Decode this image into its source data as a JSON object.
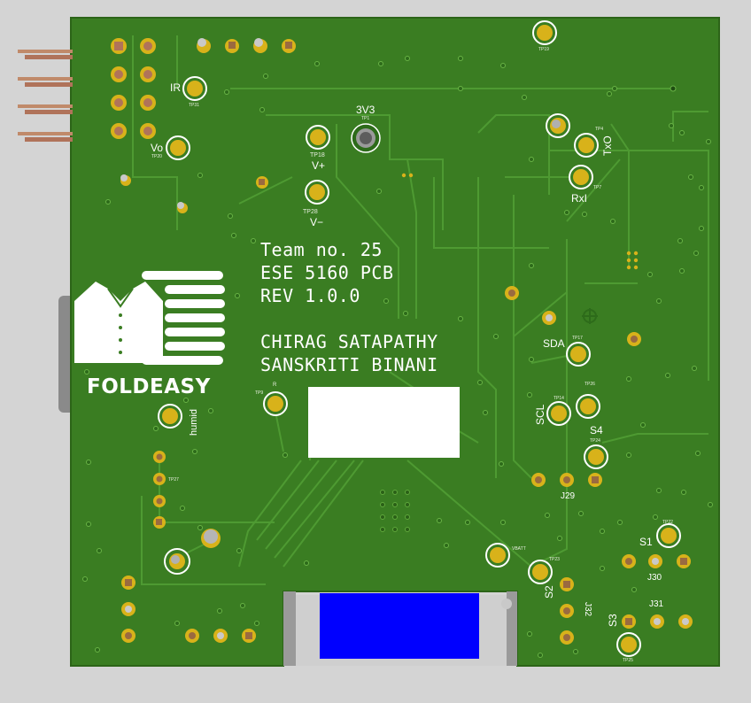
{
  "colors": {
    "background": "#d4d4d4",
    "board": "#3a7d22",
    "board_edge": "#2f6a1a",
    "trace": "#4d9a30",
    "silkscreen": "#ffffff",
    "pad_gold": "#d8b21a",
    "label_patch": "#ffffff",
    "blue_block": "#0000ff",
    "connector_gray": "#8a8a8a"
  },
  "board_text": {
    "team": "Team no. 25",
    "course": "ESE 5160 PCB",
    "rev": "REV 1.0.0",
    "author1": "CHIRAG SATAPATHY",
    "author2": "SANSKRITI BINANI",
    "logo_text": "FOLDEASY"
  },
  "labels": {
    "ir": "IR",
    "vo": "Vo",
    "v3v3": "3V3",
    "tp18": "TP18",
    "vplus": "V+",
    "tp28": "TP28",
    "vminus": "V−",
    "txo": "TxO",
    "rxi": "RxI",
    "sda": "SDA",
    "scl": "SCL",
    "s4": "S4",
    "j29": "J29",
    "s1": "S1",
    "j30": "J30",
    "s2": "S2",
    "j32": "J32",
    "s3": "S3",
    "j31": "J31",
    "humid": "humid"
  },
  "tiny_labels": {
    "tp_top": "TP19",
    "tp_ir": "TP31",
    "tp_vo": "TP20",
    "tp_3v3": "TP1",
    "tp_tx": "TP4",
    "tp_rx": "TP7",
    "tp_sda": "TP17",
    "tp_scl": "TP14",
    "tp_right": "TP26",
    "tp_s4": "TP24",
    "tp_left": "TP27",
    "tp_batt": "VBATT",
    "tp_s2": "TP23",
    "tp_s1": "TP22",
    "tp_s3": "TP25",
    "tp_mid": "TP9",
    "tp_r": "R"
  }
}
